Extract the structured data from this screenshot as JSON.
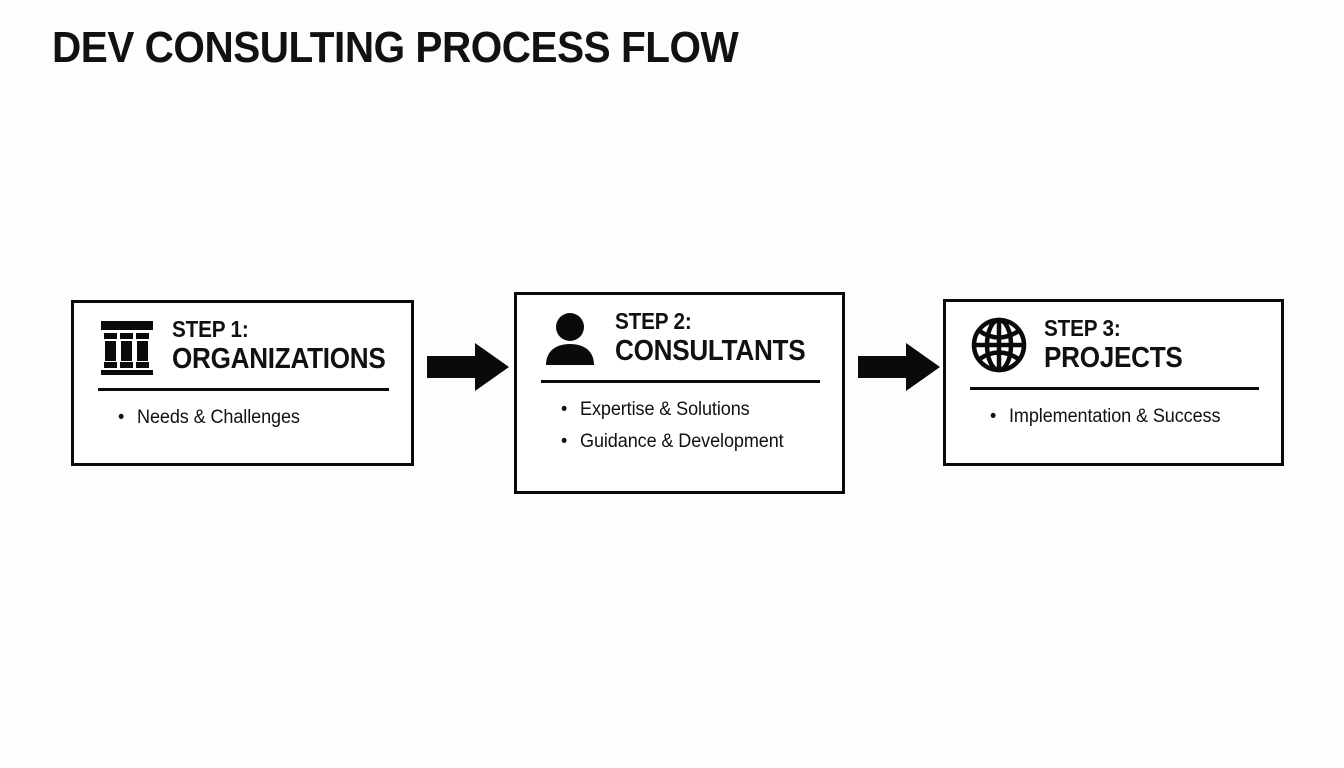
{
  "title": "DEV CONSULTING PROCESS FLOW",
  "diagram": {
    "type": "process-flow",
    "orientation": "horizontal",
    "accent_color": "#0a0a0a",
    "background_color": "#fdfdfd",
    "steps": [
      {
        "icon": "bank-icon",
        "step_label": "STEP 1:",
        "step_name": "ORGANIZATIONS",
        "bullets": [
          "Needs & Challenges"
        ]
      },
      {
        "icon": "person-icon",
        "step_label": "STEP 2:",
        "step_name": "CONSULTANTS",
        "bullets": [
          "Expertise & Solutions",
          "Guidance & Development"
        ]
      },
      {
        "icon": "globe-icon",
        "step_label": "STEP 3:",
        "step_name": "PROJECTS",
        "bullets": [
          "Implementation & Success"
        ]
      }
    ],
    "connectors": [
      {
        "icon": "arrow-right-icon",
        "from": "STEP 1:",
        "to": "STEP 2:"
      },
      {
        "icon": "arrow-right-icon",
        "from": "STEP 2:",
        "to": "STEP 3:"
      }
    ]
  }
}
